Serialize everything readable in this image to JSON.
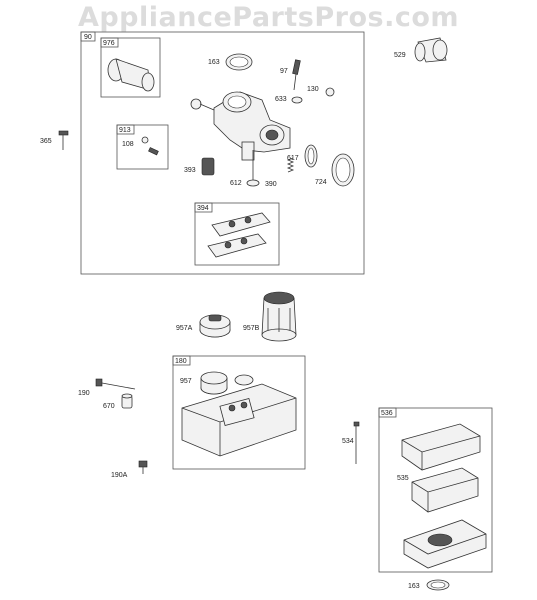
{
  "watermark": "AppliancePartsPros.com",
  "groups": {
    "g90": "90",
    "g976": "976",
    "g913": "913",
    "g394": "394",
    "g180": "180",
    "g536": "536"
  },
  "labels": {
    "l163a": "163",
    "l97": "97",
    "l130": "130",
    "l633": "633",
    "l529": "529",
    "l365": "365",
    "l108": "108",
    "l393": "393",
    "l612": "612",
    "l390": "390",
    "l617": "617",
    "l724": "724",
    "l957a": "957A",
    "l957b": "957B",
    "l957": "957",
    "l190": "190",
    "l670": "670",
    "l190a": "190A",
    "l534": "534",
    "l535": "535",
    "l163b": "163"
  }
}
